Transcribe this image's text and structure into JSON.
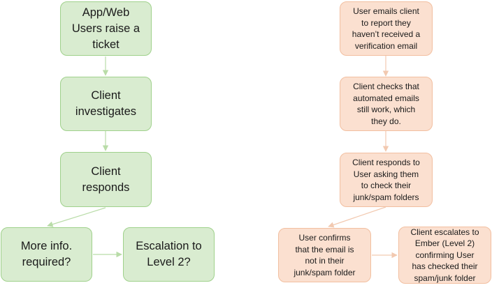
{
  "colors": {
    "green_fill": "#d9ecd0",
    "green_border": "#9fd18b",
    "orange_fill": "#fbe0d0",
    "orange_border": "#f2bfa0",
    "green_connector": "#b9dca8",
    "orange_connector": "#f2c9b0"
  },
  "left_flow": {
    "raise_ticket": "App/Web\nUsers raise a\nticket",
    "investigates": "Client\ninvestigates",
    "responds": "Client\nresponds",
    "more_info": "More info.\nrequired?",
    "escalation": "Escalation to\nLevel 2?"
  },
  "right_flow": {
    "user_emails": "User emails client\nto report they\nhaven’t received a\nverification email",
    "client_checks": "Client checks that\nautomated emails\nstill work, which\nthey do.",
    "client_responds": "Client responds to\nUser asking them\nto check their\njunk/spam folders",
    "user_confirms": "User confirms\nthat the email is\nnot in their\njunk/spam folder",
    "client_escalates": "Client escalates to\nEmber (Level 2)\nconfirming User\nhas checked their\nspam/junk folder"
  }
}
